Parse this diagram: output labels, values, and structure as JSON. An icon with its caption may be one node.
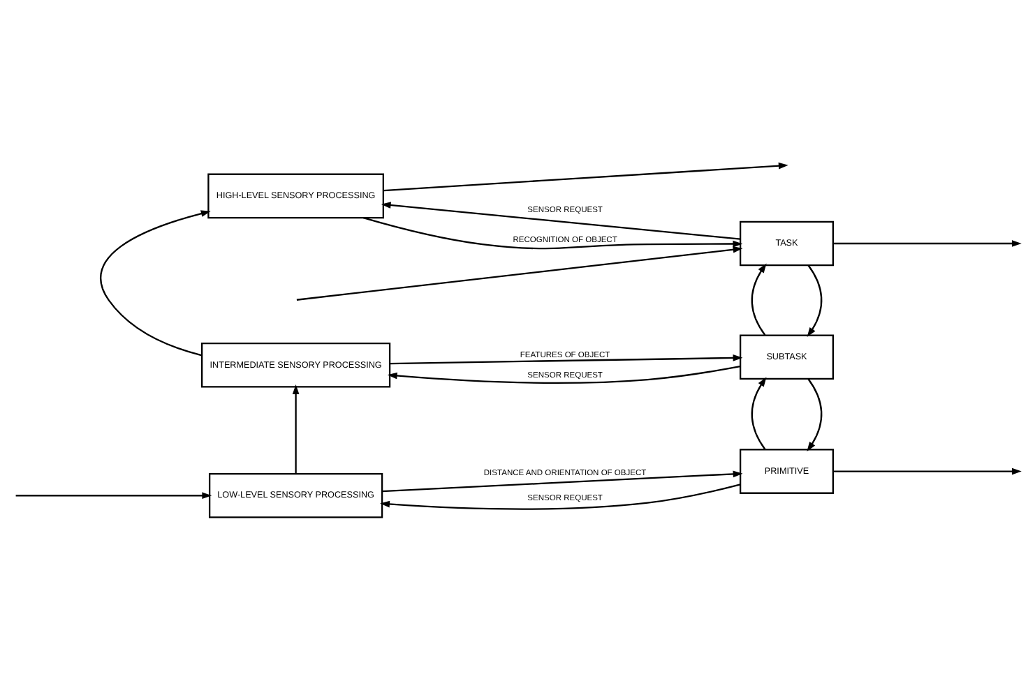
{
  "diagram": {
    "nodes": [
      {
        "text": [
          "HIGH-LEVEL SENSORY PROCESSING"
        ]
      },
      {
        "text": [
          "INTERMEDIATE SENSORY PROCESSING"
        ]
      },
      {
        "text": [
          "LOW-LEVEL SENSORY PROCESSING"
        ]
      },
      {
        "text": [
          "TASK"
        ]
      },
      {
        "text": [
          "SUBTASK"
        ]
      },
      {
        "text": [
          "PRIMITIVE"
        ]
      }
    ],
    "edges": [
      {
        "from": 0,
        "to": null,
        "arrow": "to"
      },
      {
        "from": 1,
        "to": 0,
        "arrow": "to"
      },
      {
        "from": 2,
        "to": 1,
        "arrow": "to"
      },
      {
        "from": null,
        "to": 2,
        "arrow": "to"
      },
      {
        "from": 0,
        "to": 3,
        "arrow": "to",
        "label": "RECOGNITION OF OBJECT"
      },
      {
        "from": 3,
        "to": 0,
        "arrow": "to",
        "label": "SENSOR REQUEST"
      },
      {
        "from": 1,
        "to": 4,
        "arrow": "to",
        "label": "FEATURES OF OBJECT"
      },
      {
        "from": 4,
        "to": 1,
        "arrow": "to",
        "label": "SENSOR REQUEST"
      },
      {
        "from": 2,
        "to": 5,
        "arrow": "to",
        "label": "DISTANCE AND ORIENTATION OF OBJECT"
      },
      {
        "from": 5,
        "to": 2,
        "arrow": "to",
        "label": "SENSOR REQUEST"
      },
      {
        "from": null,
        "to": 3,
        "arrow": "to"
      },
      {
        "from": 3,
        "to": 4,
        "arrow": "to"
      },
      {
        "from": 4,
        "to": 5,
        "arrow": "to"
      },
      {
        "from": 5,
        "to": null,
        "arrow": "to"
      },
      {
        "from": 3,
        "to": null,
        "arrow": "to"
      },
      {
        "from": 4,
        "to": 3,
        "arrow": "to"
      },
      {
        "from": 5,
        "to": 4,
        "arrow": "to"
      }
    ]
  }
}
